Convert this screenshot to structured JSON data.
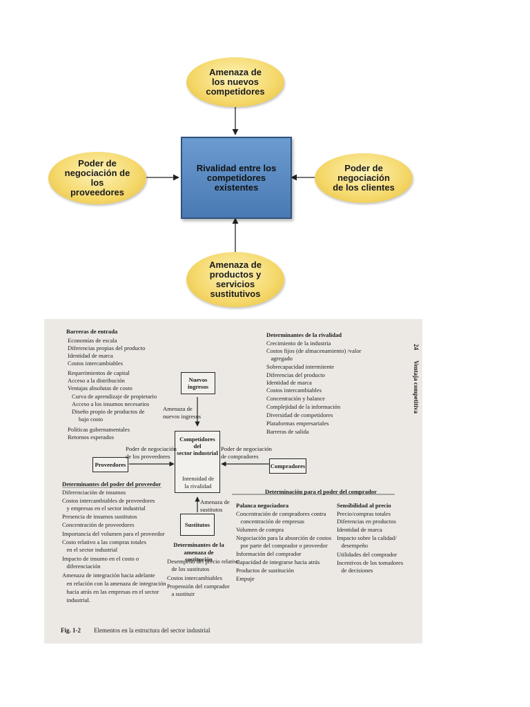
{
  "top_diagram": {
    "center": "Rivalidad entre los\ncompetidores\nexistentes",
    "top": "Amenaza de\nlos nuevos\ncompetidores",
    "left": "Poder de\nnegociación de\nlos\nproveedores",
    "right": "Poder de\nnegociación\nde los clientes",
    "bottom": "Amenaza de\nproductos y\nservicios\nsustitutivos"
  },
  "scan": {
    "page_number": "24",
    "running_head": "Ventaja competitiva",
    "barriers_heading": "Barreras de entrada",
    "barriers": [
      "Economías de escala",
      "Diferencias propias del producto",
      "Identidad de marca",
      "Costos intercambiables",
      "Requerimientos de capital",
      "Acceso a la distribución",
      "Ventajas absolutas de costo"
    ],
    "barriers_sub": [
      "Curva de aprendizaje de propietario",
      "Acceso a los insumos necesarios",
      "Diseño propio de productos de",
      "bajo costo"
    ],
    "barriers_tail": [
      "Políticas gubernamentales",
      "Retornos esperados"
    ],
    "rivalry_heading": "Determinantes de la rivalidad",
    "rivalry": [
      "Crecimiento de la industria",
      "Costos fijos (de almacenamiento) /valor",
      "   agregado",
      "Sobrecapacidad intermitente",
      "Diferencias del producto",
      "Identidad de marca",
      "Costos intercambiables",
      "Concentración y balance",
      "Complejidad de la información",
      "Diversidad de competidores",
      "Plataformas empresariales",
      "Barreras de salida"
    ],
    "box_new_entrants": "Nuevos\ningresos",
    "box_competitors": "Competidores del\nsector industrial",
    "box_suppliers": "Proveedores",
    "box_buyers": "Compradores",
    "box_substitutes": "Sustitutos",
    "intensity": "Intensidad de\nla rivalidad",
    "label_threat_entrants": "Amenaza de\nnuevos ingresos",
    "label_supplier_power": "Poder de negociación\nde los proveedores",
    "label_buyer_power": "Poder de negociación\nde compradores",
    "label_threat_substitutes": "Amenaza de\nsustitutos",
    "supplier_heading": "Determinantes del poder del proveedor",
    "supplier": [
      "Diferenciación de insumos",
      "Costos intercambiables de proveedores",
      "   y empresas en el sector industrial",
      "Presencia de insumos sustitutos",
      "Concentración de proveedores",
      "Importancia del volumen para el proveedor",
      "Costo relativo a las compras totales",
      "   en el sector industrial",
      "Impacto de insumo en el costo o",
      "   diferenciación",
      "Amenaza de integración hacia adelante",
      "   en relación con la amenaza de integración",
      "   hacia atrás en las empresas en el sector",
      "   industrial."
    ],
    "buyer_heading": "Determinación para el poder del comprador",
    "leverage_heading": "Palanca negociadora",
    "leverage": [
      "Concentración de compradores contra",
      "   concentración de empresas",
      "Volumen de compra",
      "Negociación para la absorción de costos",
      "   por parte del comprador o proveedor",
      "Información del comprador",
      "Capacidad de integrarse hacia atrás",
      "Productos de sustitución",
      "Empuje"
    ],
    "price_heading": "Sensibilidad al precio",
    "price": [
      "Precio/compras totales",
      "Diferencias en productos",
      "Identidad de marca",
      "Impacto sobre la calidad/",
      "   desempeño",
      "Utilidades del comprador",
      "Incentivos de los tomadores",
      "   de decisiones"
    ],
    "substitution_heading": "Determinantes de la\namenaza de sustitución",
    "substitution": [
      "Desempeño del precio relativo",
      "   de los sustitutos",
      "Costos intercambiables",
      "Propensión del comprador",
      "   a sustituir"
    ],
    "caption_label": "Fig. 1-2",
    "caption": "Elementos en la estructura del sector industrial"
  }
}
